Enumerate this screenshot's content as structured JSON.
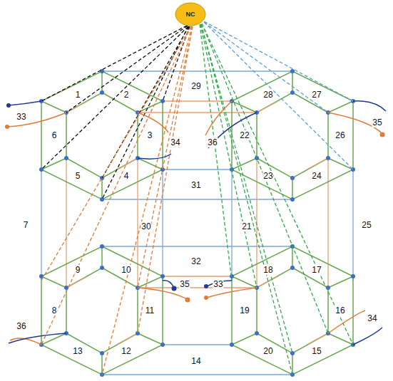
{
  "diagram": {
    "nodes": [
      {
        "text": [
          "NC"
        ]
      }
    ],
    "labels": [
      "33",
      "1",
      "2",
      "29",
      "28",
      "27",
      "35",
      "6",
      "3",
      "34",
      "22",
      "26",
      "36",
      "5",
      "4",
      "23",
      "24",
      "31",
      "7",
      "30",
      "21",
      "25",
      "32",
      "9",
      "10",
      "35",
      "33",
      "18",
      "17",
      "8",
      "11",
      "19",
      "16",
      "36",
      "34",
      "13",
      "12",
      "20",
      "15",
      "14"
    ]
  }
}
